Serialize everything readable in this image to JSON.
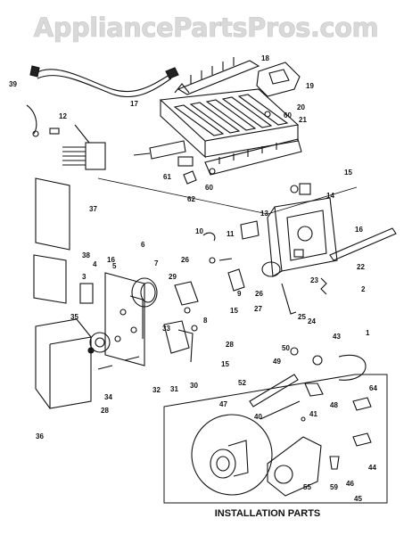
{
  "watermark": "AppliancePartsPros.com",
  "caption": "INSTALLATION PARTS",
  "part_labels": [
    "1",
    "2",
    "3",
    "4",
    "5",
    "6",
    "7",
    "8",
    "9",
    "10",
    "11",
    "12",
    "13",
    "14",
    "15",
    "15",
    "15",
    "16",
    "16",
    "17",
    "18",
    "19",
    "20",
    "21",
    "22",
    "23",
    "24",
    "25",
    "26",
    "26",
    "27",
    "28",
    "28",
    "29",
    "30",
    "31",
    "32",
    "33",
    "34",
    "35",
    "36",
    "37",
    "38",
    "39",
    "40",
    "41",
    "43",
    "44",
    "45",
    "46",
    "47",
    "48",
    "49",
    "50",
    "52",
    "55",
    "59",
    "60",
    "60",
    "61",
    "62",
    "64"
  ]
}
